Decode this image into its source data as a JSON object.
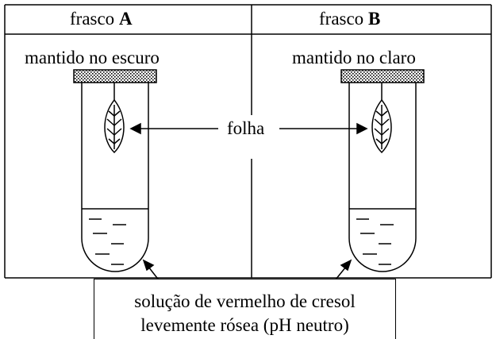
{
  "flasks": [
    {
      "label_prefix": "frasco ",
      "letter": "A",
      "condition": "mantido no escuro"
    },
    {
      "label_prefix": "frasco ",
      "letter": "B",
      "condition": "mantido no claro"
    }
  ],
  "leaf_label": "folha",
  "solution": {
    "line1": "solução de vermelho de cresol",
    "line2": "levemente rósea (pH neutro)"
  }
}
